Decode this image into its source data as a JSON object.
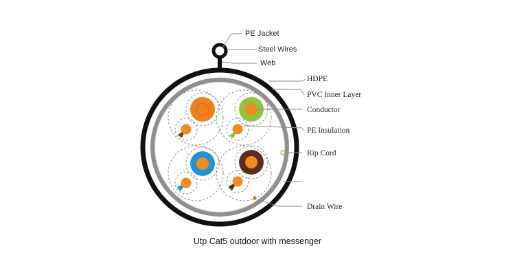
{
  "labels": {
    "pe_jacket": "PE Jacket",
    "steel_wires": "Steel Wires",
    "web": "Web",
    "hdpe": "HDPE",
    "pvc_inner_layer": "PVC Inner Layer",
    "conductor": "Conductor",
    "pe_insulation": "PE Insulation",
    "rip_cord": "Rip Cord",
    "drain_wire": "Drain Wire"
  },
  "caption": "Utp Cat5 outdoor with messenger",
  "colors": {
    "jacket": "#111111",
    "inner_layer": "#8f8f8f",
    "conductor": "#f28a1c",
    "pair_orange": "#f07f1d",
    "pair_green": "#8cc63f",
    "pair_blue": "#1b95d6",
    "pair_brown": "#5a2e1c",
    "rip_cord": "#8cc63f",
    "drain_wire": "#c0772a"
  }
}
